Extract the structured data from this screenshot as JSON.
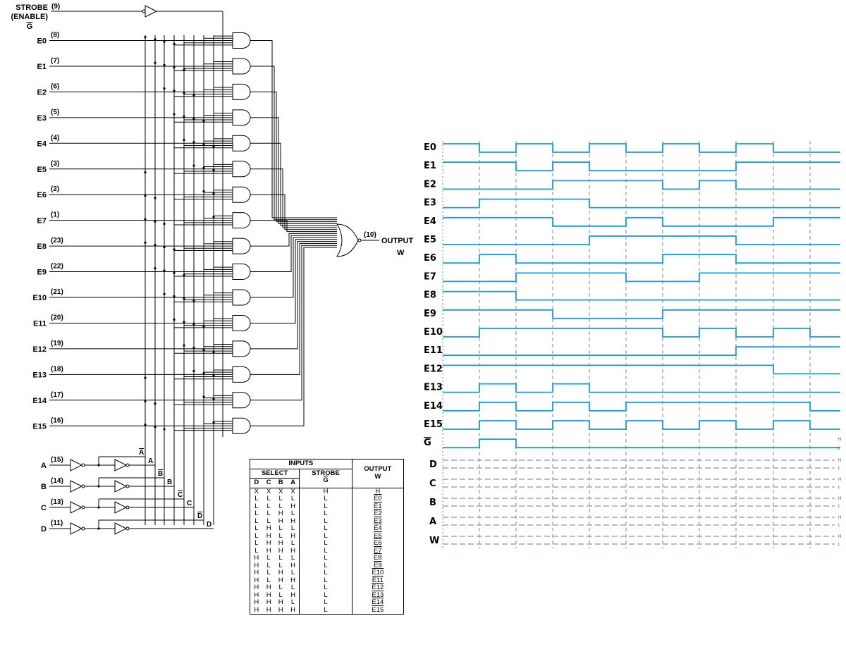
{
  "circuit": {
    "strobe_label_1": "STROBE",
    "strobe_label_2": "(ENABLE)",
    "strobe_label_3": "G",
    "strobe_pin": "(9)",
    "inputs": [
      {
        "name": "E0",
        "pin": "(8)"
      },
      {
        "name": "E1",
        "pin": "(7)"
      },
      {
        "name": "E2",
        "pin": "(6)"
      },
      {
        "name": "E3",
        "pin": "(5)"
      },
      {
        "name": "E4",
        "pin": "(4)"
      },
      {
        "name": "E5",
        "pin": "(3)"
      },
      {
        "name": "E6",
        "pin": "(2)"
      },
      {
        "name": "E7",
        "pin": "(1)"
      },
      {
        "name": "E8",
        "pin": "(23)"
      },
      {
        "name": "E9",
        "pin": "(22)"
      },
      {
        "name": "E10",
        "pin": "(21)"
      },
      {
        "name": "E11",
        "pin": "(20)"
      },
      {
        "name": "E12",
        "pin": "(19)"
      },
      {
        "name": "E13",
        "pin": "(18)"
      },
      {
        "name": "E14",
        "pin": "(17)"
      },
      {
        "name": "E15",
        "pin": "(16)"
      }
    ],
    "selects": [
      {
        "name": "A",
        "pin": "(15)",
        "bar_label": "A",
        "true_label": "A"
      },
      {
        "name": "B",
        "pin": "(14)",
        "bar_label": "B",
        "true_label": "B"
      },
      {
        "name": "C",
        "pin": "(13)",
        "bar_label": "C",
        "true_label": "C"
      },
      {
        "name": "D",
        "pin": "(11)",
        "bar_label": "D",
        "true_label": "D"
      }
    ],
    "output_pin": "(10)",
    "output_label": "OUTPUT",
    "output_name": "W"
  },
  "truth_table": {
    "inputs_header": "INPUTS",
    "select_header": "SELECT",
    "strobe_header": "STROBE",
    "output_header_1": "OUTPUT",
    "output_header_2": "W",
    "columns": [
      "D",
      "C",
      "B",
      "A",
      "G"
    ],
    "rows": [
      {
        "d": "X",
        "c": "X",
        "b": "X",
        "a": "X",
        "g": "H",
        "w": "H"
      },
      {
        "d": "L",
        "c": "L",
        "b": "L",
        "a": "L",
        "g": "L",
        "w": "E0"
      },
      {
        "d": "L",
        "c": "L",
        "b": "L",
        "a": "H",
        "g": "L",
        "w": "E1"
      },
      {
        "d": "L",
        "c": "L",
        "b": "H",
        "a": "L",
        "g": "L",
        "w": "E2"
      },
      {
        "d": "L",
        "c": "L",
        "b": "H",
        "a": "H",
        "g": "L",
        "w": "E3"
      },
      {
        "d": "L",
        "c": "H",
        "b": "L",
        "a": "L",
        "g": "L",
        "w": "E4"
      },
      {
        "d": "L",
        "c": "H",
        "b": "L",
        "a": "H",
        "g": "L",
        "w": "E5"
      },
      {
        "d": "L",
        "c": "H",
        "b": "H",
        "a": "L",
        "g": "L",
        "w": "E6"
      },
      {
        "d": "L",
        "c": "H",
        "b": "H",
        "a": "H",
        "g": "L",
        "w": "E7"
      },
      {
        "d": "H",
        "c": "L",
        "b": "L",
        "a": "L",
        "g": "L",
        "w": "E8"
      },
      {
        "d": "H",
        "c": "L",
        "b": "L",
        "a": "H",
        "g": "L",
        "w": "E9"
      },
      {
        "d": "H",
        "c": "L",
        "b": "H",
        "a": "L",
        "g": "L",
        "w": "E10"
      },
      {
        "d": "H",
        "c": "L",
        "b": "H",
        "a": "H",
        "g": "L",
        "w": "E11"
      },
      {
        "d": "H",
        "c": "H",
        "b": "L",
        "a": "L",
        "g": "L",
        "w": "E12"
      },
      {
        "d": "H",
        "c": "H",
        "b": "L",
        "a": "H",
        "g": "L",
        "w": "E13"
      },
      {
        "d": "H",
        "c": "H",
        "b": "H",
        "a": "L",
        "g": "L",
        "w": "E14"
      },
      {
        "d": "H",
        "c": "H",
        "b": "H",
        "a": "H",
        "g": "L",
        "w": "E15"
      }
    ]
  },
  "waveforms": {
    "signals": [
      {
        "name": "E0",
        "levels": [
          1,
          0,
          1,
          0,
          1,
          0,
          1,
          0,
          1,
          0,
          0
        ]
      },
      {
        "name": "E1",
        "levels": [
          1,
          1,
          0,
          1,
          0,
          0,
          0,
          0,
          1,
          1,
          1
        ]
      },
      {
        "name": "E2",
        "levels": [
          0,
          0,
          0,
          1,
          1,
          1,
          0,
          1,
          0,
          0,
          0
        ]
      },
      {
        "name": "E3",
        "levels": [
          0,
          1,
          1,
          1,
          0,
          0,
          0,
          0,
          0,
          0,
          0
        ]
      },
      {
        "name": "E4",
        "levels": [
          1,
          1,
          1,
          0,
          0,
          1,
          0,
          0,
          0,
          1,
          1
        ]
      },
      {
        "name": "E5",
        "levels": [
          0,
          0,
          0,
          0,
          1,
          1,
          1,
          1,
          0,
          0,
          0
        ]
      },
      {
        "name": "E6",
        "levels": [
          0,
          1,
          0,
          0,
          0,
          0,
          1,
          1,
          0,
          0,
          0
        ]
      },
      {
        "name": "E7",
        "levels": [
          0,
          0,
          1,
          1,
          1,
          0,
          0,
          1,
          1,
          1,
          1
        ]
      },
      {
        "name": "E8",
        "levels": [
          1,
          1,
          0,
          0,
          0,
          0,
          0,
          0,
          0,
          0,
          0
        ]
      },
      {
        "name": "E9",
        "levels": [
          1,
          1,
          1,
          0,
          0,
          0,
          1,
          1,
          1,
          1,
          1
        ]
      },
      {
        "name": "E10",
        "levels": [
          0,
          1,
          1,
          1,
          1,
          1,
          0,
          1,
          0,
          1,
          0
        ]
      },
      {
        "name": "E11",
        "levels": [
          0,
          0,
          0,
          0,
          0,
          0,
          0,
          0,
          1,
          1,
          1
        ]
      },
      {
        "name": "E12",
        "levels": [
          1,
          1,
          1,
          1,
          1,
          1,
          1,
          1,
          1,
          0,
          0
        ]
      },
      {
        "name": "E13",
        "levels": [
          0,
          1,
          0,
          1,
          0,
          0,
          0,
          0,
          0,
          0,
          0
        ]
      },
      {
        "name": "E14",
        "levels": [
          0,
          1,
          0,
          1,
          0,
          1,
          1,
          1,
          1,
          1,
          0
        ]
      },
      {
        "name": "E15",
        "levels": [
          0,
          1,
          0,
          1,
          0,
          1,
          0,
          1,
          0,
          1,
          0
        ]
      },
      {
        "name": "G",
        "levels": [
          0,
          1,
          0,
          0,
          0,
          0,
          0,
          0,
          0,
          0,
          0
        ]
      }
    ],
    "dashed_signals": [
      "D",
      "C",
      "B",
      "A",
      "W"
    ],
    "h_mark": "H",
    "l_mark": "L",
    "signal_color": "#1a9ad6",
    "dashed_color": "#9aa8b8"
  }
}
